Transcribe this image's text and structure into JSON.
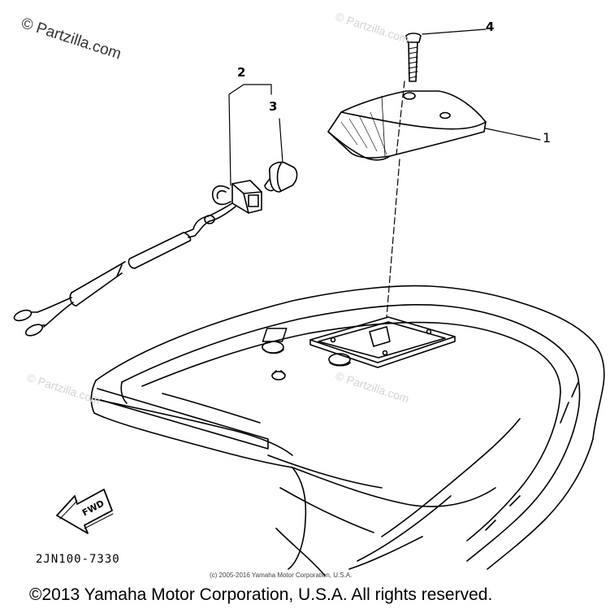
{
  "watermark": {
    "main": "© Partzilla.com",
    "faint": [
      "© Partzilla.com",
      "© Partzilla.com",
      "© Partzilla.com"
    ]
  },
  "callouts": {
    "one": "1",
    "two": "2",
    "three": "3",
    "four": "4"
  },
  "fwd_label": "FWD",
  "part_number": "2JN100-7330",
  "small_copyright": "(c) 2005-2016 Yamaha Motor Corporation, U.S.A.",
  "copyright": "©2013 Yamaha Motor Corporation, U.S.A. All rights reserved.",
  "colors": {
    "ink": "#000000",
    "watermark": "#d4d4d4",
    "background": "#ffffff"
  }
}
